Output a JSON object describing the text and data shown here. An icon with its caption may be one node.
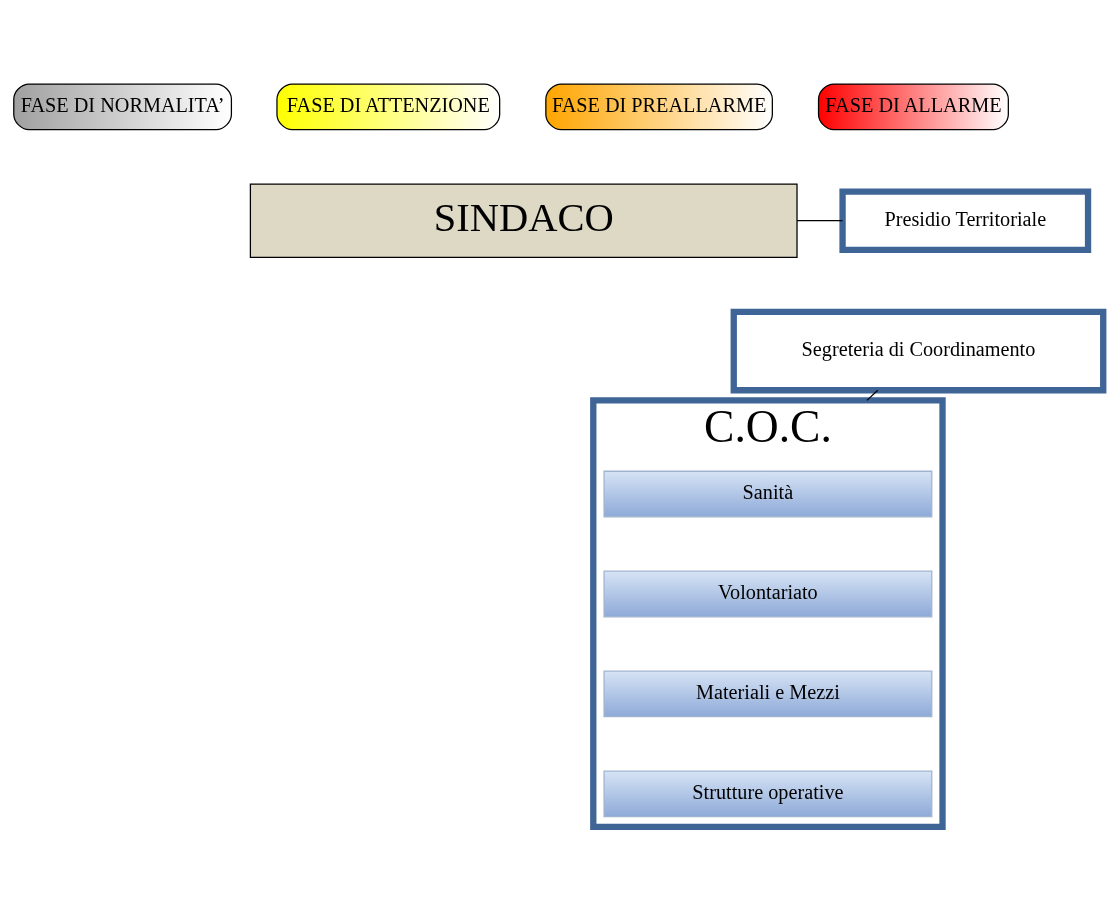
{
  "diagram": {
    "nodes": [
      {
        "text": [
          "FASE DI NORMALITA’"
        ]
      },
      {
        "text": [
          "FASE DI ATTENZIONE"
        ]
      },
      {
        "text": [
          "FASE DI PREALLARME"
        ]
      },
      {
        "text": [
          "FASE DI ALLARME"
        ]
      },
      {
        "text": [
          "Presidio Territoriale"
        ]
      },
      {
        "text": [
          "SINDACO"
        ]
      },
      {
        "text": [
          "Segreteria di Coordinamento"
        ]
      },
      {
        "text": [
          "C.O.C."
        ]
      },
      {
        "text": [
          "Sanità"
        ],
        "in": 7
      },
      {
        "text": [
          "Volontariato"
        ],
        "in": 7
      },
      {
        "text": [
          "Materiali e Mezzi"
        ],
        "in": 7
      },
      {
        "text": [
          "Strutture operative"
        ],
        "in": 7
      }
    ],
    "edges": [
      {
        "from": 4,
        "to": 5,
        "arrow": "none"
      },
      {
        "from": 6,
        "to": 7,
        "arrow": "none"
      }
    ]
  }
}
